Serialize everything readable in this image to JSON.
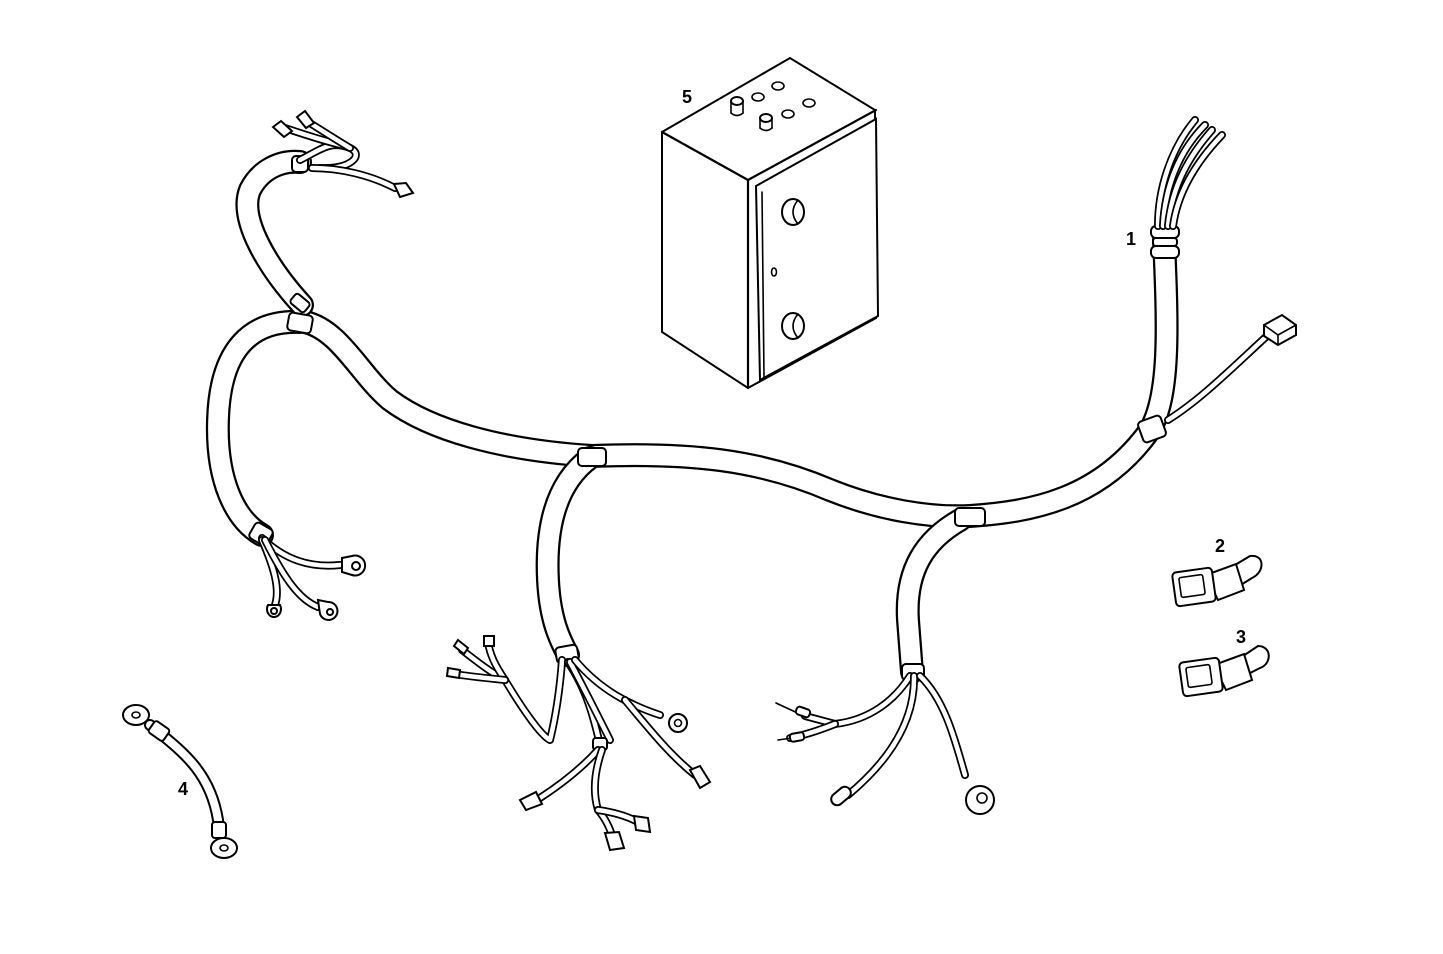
{
  "diagram": {
    "type": "exploded parts diagram",
    "subject": "electrical wiring harness",
    "style": "black line art on white",
    "callouts": [
      {
        "id": "1",
        "label": "1",
        "part": "main wiring harness with multi-wire lead and grommet"
      },
      {
        "id": "2",
        "label": "2",
        "part": "connector plug with loop"
      },
      {
        "id": "3",
        "label": "3",
        "part": "connector plug with loop"
      },
      {
        "id": "4",
        "label": "4",
        "part": "ground strap with ring terminals"
      },
      {
        "id": "5",
        "label": "5",
        "part": "electrical control box"
      }
    ]
  }
}
